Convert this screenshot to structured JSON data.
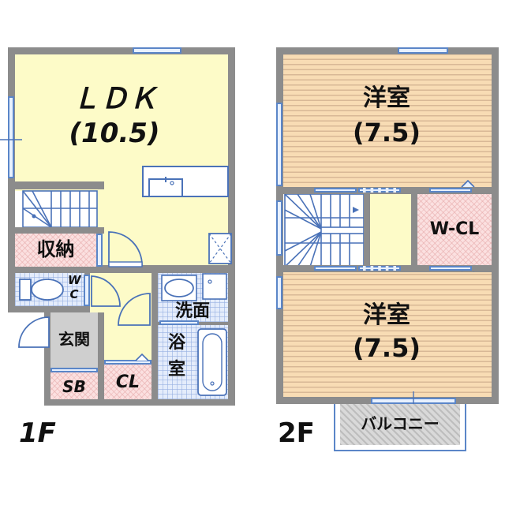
{
  "floors": [
    {
      "label": "1F",
      "rooms": [
        {
          "id": "ldk",
          "name": "ＬＤＫ",
          "size": "(10.5)"
        },
        {
          "id": "storage",
          "name": "収納"
        },
        {
          "id": "wc",
          "name_top": "W",
          "name_bottom": "C"
        },
        {
          "id": "washroom",
          "name": "洗面"
        },
        {
          "id": "bath",
          "name_top": "浴",
          "name_bottom": "室"
        },
        {
          "id": "entrance",
          "name": "玄関"
        },
        {
          "id": "shoebox",
          "name": "SB"
        },
        {
          "id": "closet",
          "name": "CL"
        }
      ]
    },
    {
      "label": "2F",
      "rooms": [
        {
          "id": "western-room-north",
          "name": "洋室",
          "size": "(7.5)"
        },
        {
          "id": "walk-in-closet",
          "name": "W-CL"
        },
        {
          "id": "western-room-south",
          "name": "洋室",
          "size": "(7.5)"
        },
        {
          "id": "balcony",
          "name": "バルコニー"
        }
      ]
    }
  ],
  "colors": {
    "wall": "#8c8c8c",
    "ldk_floor": "#fdfbc8",
    "western_floor": "#f8dcb4",
    "storage_fill": "#fbe0e0",
    "wet_area_fill": "#e4ecfb",
    "fixture_line": "#4a72b8"
  }
}
